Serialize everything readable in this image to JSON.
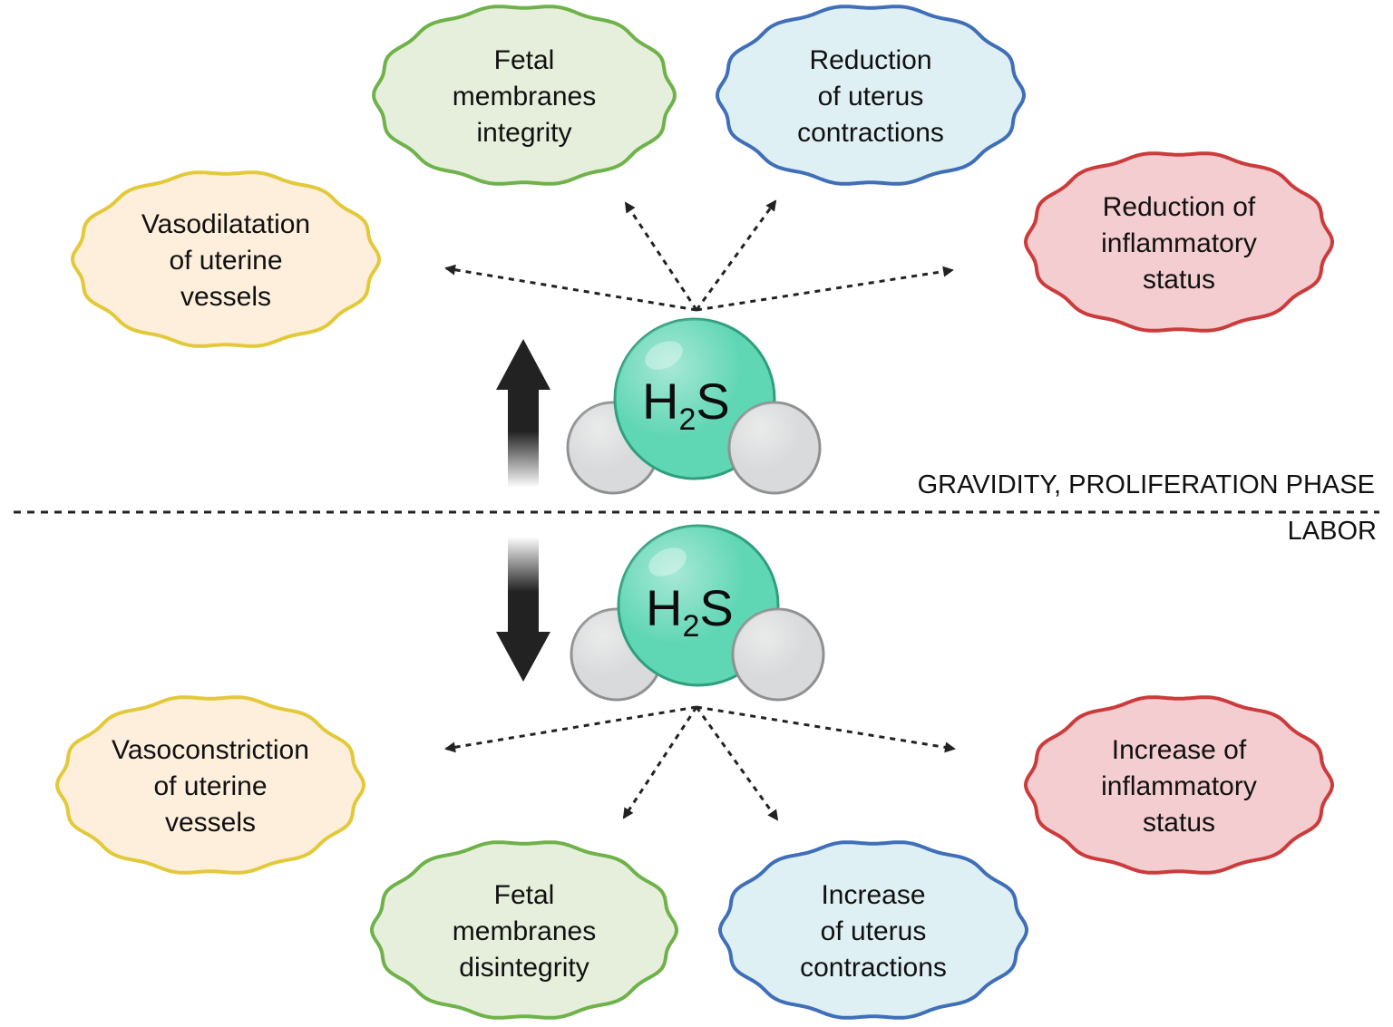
{
  "colors": {
    "green_fill": "#e6efdc",
    "green_stroke": "#6fb24a",
    "blue_fill": "#dff0f5",
    "blue_stroke": "#3f6fb8",
    "yellow_fill": "#fdefdc",
    "yellow_stroke": "#e3c93a",
    "red_fill": "#f3cdcf",
    "red_stroke": "#cc3b3b",
    "molecule_core": "#5fd6b4",
    "molecule_core_stroke": "#2f9f7e",
    "hydrogen": "#d9dadb",
    "hydrogen_stroke": "#8e9091",
    "arrow": "#222222"
  },
  "molecule": {
    "main": "H",
    "subscript": "2",
    "tail": "S"
  },
  "phases": {
    "top_label": "GRAVIDITY, PROLIFERATION PHASE",
    "bottom_label": "LABOR"
  },
  "top": {
    "fetal": {
      "lines": [
        "Fetal",
        "membranes",
        "integrity"
      ],
      "color": "green"
    },
    "uterus": {
      "lines": [
        "Reduction",
        "of uterus",
        "contractions"
      ],
      "color": "blue"
    },
    "vaso": {
      "lines": [
        "Vasodilatation",
        "of uterine",
        "vessels"
      ],
      "color": "yellow"
    },
    "inflammation": {
      "lines": [
        "Reduction of",
        "inflammatory",
        "status"
      ],
      "color": "red"
    }
  },
  "bottom": {
    "vaso": {
      "lines": [
        "Vasoconstriction",
        "of uterine",
        "vessels"
      ],
      "color": "yellow"
    },
    "inflammation": {
      "lines": [
        "Increase of",
        "inflammatory",
        "status"
      ],
      "color": "red"
    },
    "fetal": {
      "lines": [
        "Fetal",
        "membranes",
        "disintegrity"
      ],
      "color": "green"
    },
    "uterus": {
      "lines": [
        "Increase",
        "of uterus",
        "contractions"
      ],
      "color": "blue"
    }
  }
}
